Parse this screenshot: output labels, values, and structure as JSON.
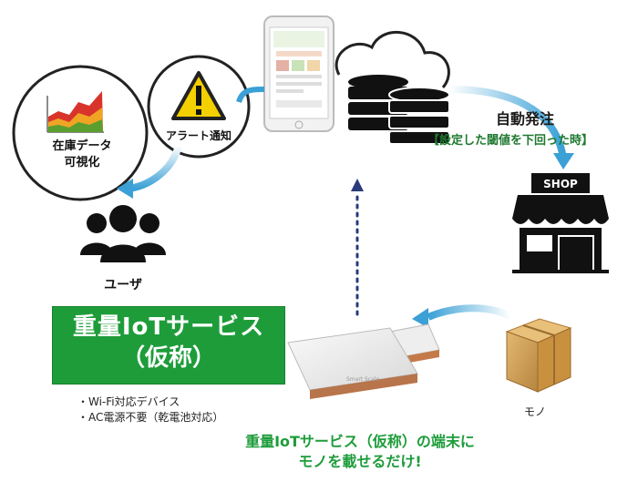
{
  "chart_label_line1": "在庫データ",
  "chart_label_line2": "可視化",
  "alert_label": "アラート通知",
  "user_label": "ユーザ",
  "order_title": "自動発注",
  "order_subtitle": "【設定した閾値を下回った時】",
  "shop_sign": "SHOP",
  "service_title_line1": "重量IoTサービス",
  "service_title_line2": "（仮称）",
  "features": [
    "・Wi-Fi対応デバイス",
    "・AC電源不要（乾電池対応）"
  ],
  "mono_label": "モノ",
  "bottom_line1": "重量IoTサービス（仮称）の端末に",
  "bottom_line2": "モノを載せるだけ!",
  "colors": {
    "green": "#1e9c3a",
    "arrow_blue": "#3aa0d6",
    "dotted_navy": "#2a3a7a",
    "icon_dark": "#1a1a1a"
  }
}
